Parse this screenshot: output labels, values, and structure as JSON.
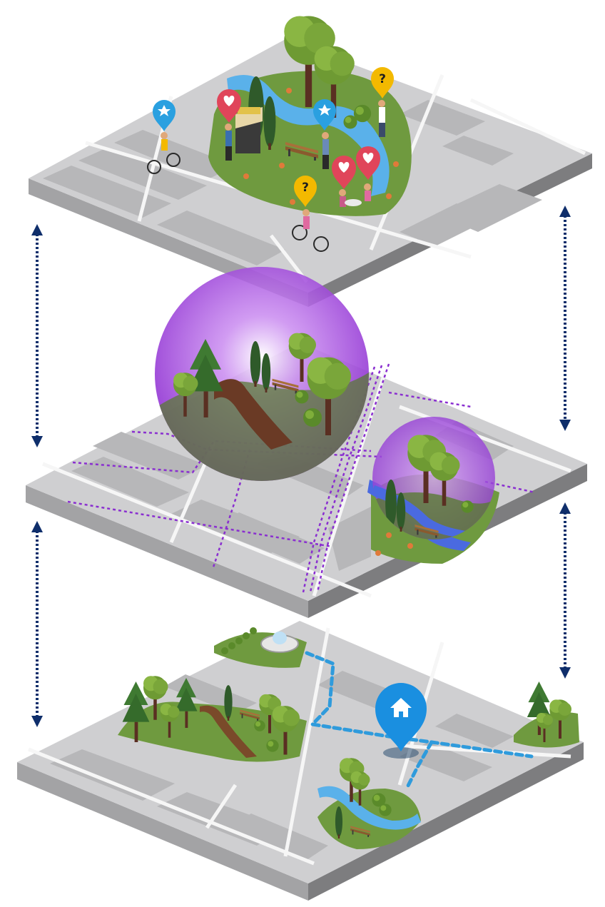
{
  "colors": {
    "road": "#c9c9cb",
    "block": "#b9b9bb",
    "street_line": "#f4f4f4",
    "slab_side_light": "#9a9a9c",
    "slab_side_dark": "#7b7b7d",
    "park": "#6f9a3f",
    "park_dark": "#4f7a2b",
    "water": "#5ab1ea",
    "path": "#7a4a2a",
    "tree": "#7fa83a",
    "conifer": "#3f7a32",
    "trunk": "#5a2f22",
    "bench": "#8a5a2e",
    "purple": "#9a3cd8",
    "purple_dash": "#8a2fd0",
    "blue_route": "#2f9bdc",
    "home_pin": "#1a8fe0",
    "heart_pin": "#e0455a",
    "question_pin": "#f3b900",
    "star_pin": "#2aa0e0",
    "arrow": "#0f2e6b"
  },
  "layers": [
    {
      "name": "social-activity-layer",
      "description_icons": [
        "heart-icon",
        "star-icon",
        "question-icon",
        "cyclist",
        "people"
      ]
    },
    {
      "name": "green-space-accessibility-layer",
      "description_icons": [
        "purple-buffer-circle",
        "dashed-walk-network"
      ]
    },
    {
      "name": "base-map-layer",
      "description_icons": [
        "home-icon",
        "walking-route"
      ]
    }
  ],
  "pins": {
    "question_glyph": "?",
    "icons": [
      "heart-icon",
      "star-icon",
      "question-icon",
      "home-icon"
    ]
  },
  "connectors": {
    "icon": "double-headed-dotted-arrow",
    "count": 4
  }
}
